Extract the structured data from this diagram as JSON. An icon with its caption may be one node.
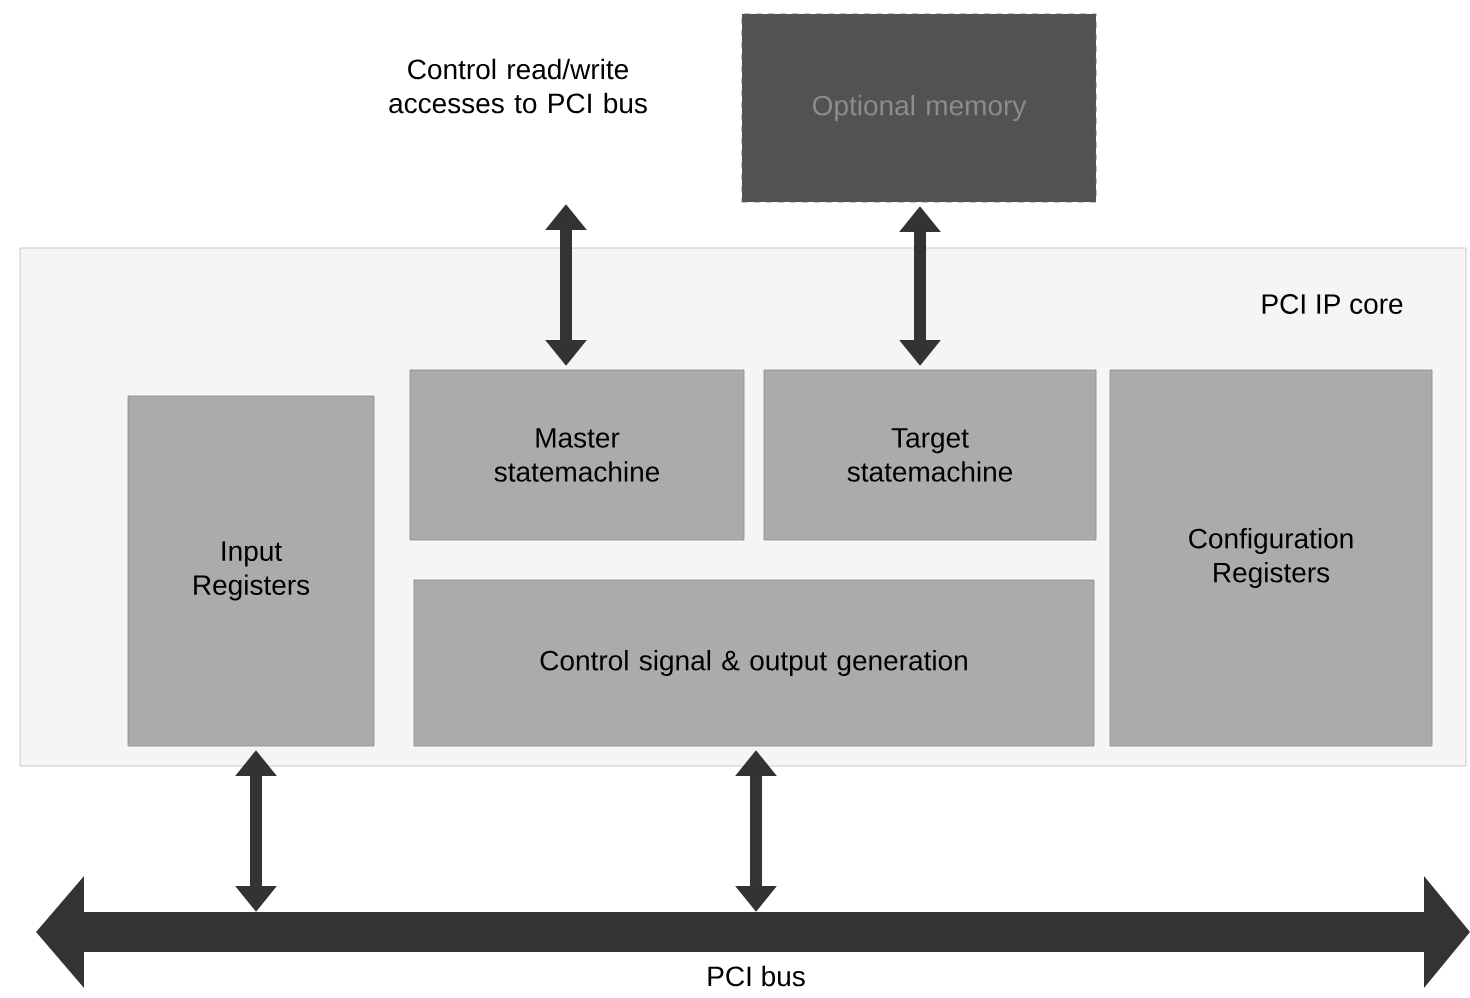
{
  "diagram": {
    "nodes": [
      {
        "text": [
          "Optional memory"
        ]
      },
      {
        "text": [
          "PCI IP core"
        ]
      },
      {
        "text": [
          "Master statemachine"
        ],
        "in": 1
      },
      {
        "text": [
          "Target statemachine"
        ],
        "in": 1
      },
      {
        "text": [
          "Input Registers"
        ],
        "in": 1
      },
      {
        "text": [
          "Control signal & output generation"
        ],
        "in": 1
      },
      {
        "text": [
          "Configuration Registers"
        ],
        "in": 1
      },
      {
        "text": [
          "PCI bus"
        ]
      },
      {
        "text": [
          "Control read/write accesses to PCI bus"
        ]
      }
    ],
    "edges": [
      {
        "from": 2,
        "to": 8,
        "arrow": "both"
      },
      {
        "from": 3,
        "to": 0,
        "arrow": "both"
      },
      {
        "from": 4,
        "to": 7,
        "arrow": "both"
      },
      {
        "from": 5,
        "to": 7,
        "arrow": "both"
      }
    ]
  }
}
